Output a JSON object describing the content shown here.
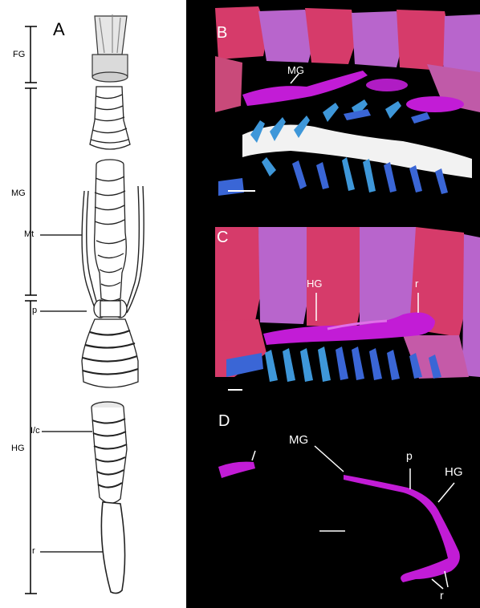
{
  "panel_a": {
    "letter": "A",
    "regions": {
      "fg": "FG",
      "mg": "MG",
      "hg": "HG"
    },
    "structures": {
      "mt": "Mt",
      "p": "p",
      "ic": "I/c",
      "r": "r"
    }
  },
  "panel_b": {
    "letter": "B",
    "mg": "MG"
  },
  "panel_c": {
    "letter": "C",
    "hg": "HG",
    "r": "r"
  },
  "panel_d": {
    "letter": "D",
    "mg": "MG",
    "p": "p",
    "hg": "HG",
    "r": "r"
  },
  "colors": {
    "magenta": "#c21cd6",
    "pink": "#d63b6a",
    "lavender": "#b865cc",
    "blue": "#3a66d6",
    "lightblue": "#3e97d9",
    "white_tissue": "#f2f2f2"
  }
}
